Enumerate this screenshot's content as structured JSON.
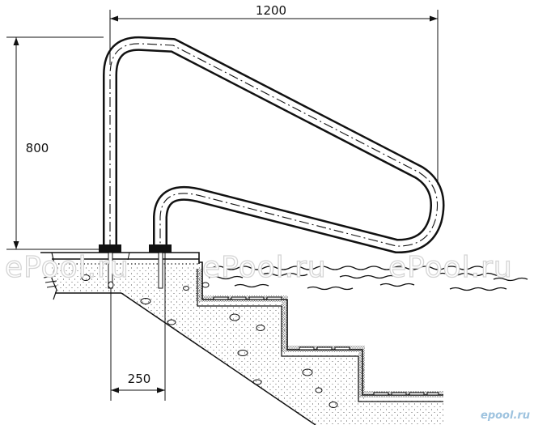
{
  "dimensions": {
    "width": "1200",
    "height": "800",
    "offset": "250"
  },
  "watermarks": [
    "ePool.ru",
    "ePool.ru",
    "ePool.ru"
  ],
  "logo": "epool.ru",
  "colors": {
    "line": "#111111",
    "watermark_outline": "#d4d4d4",
    "logo": "#9ec3df"
  }
}
